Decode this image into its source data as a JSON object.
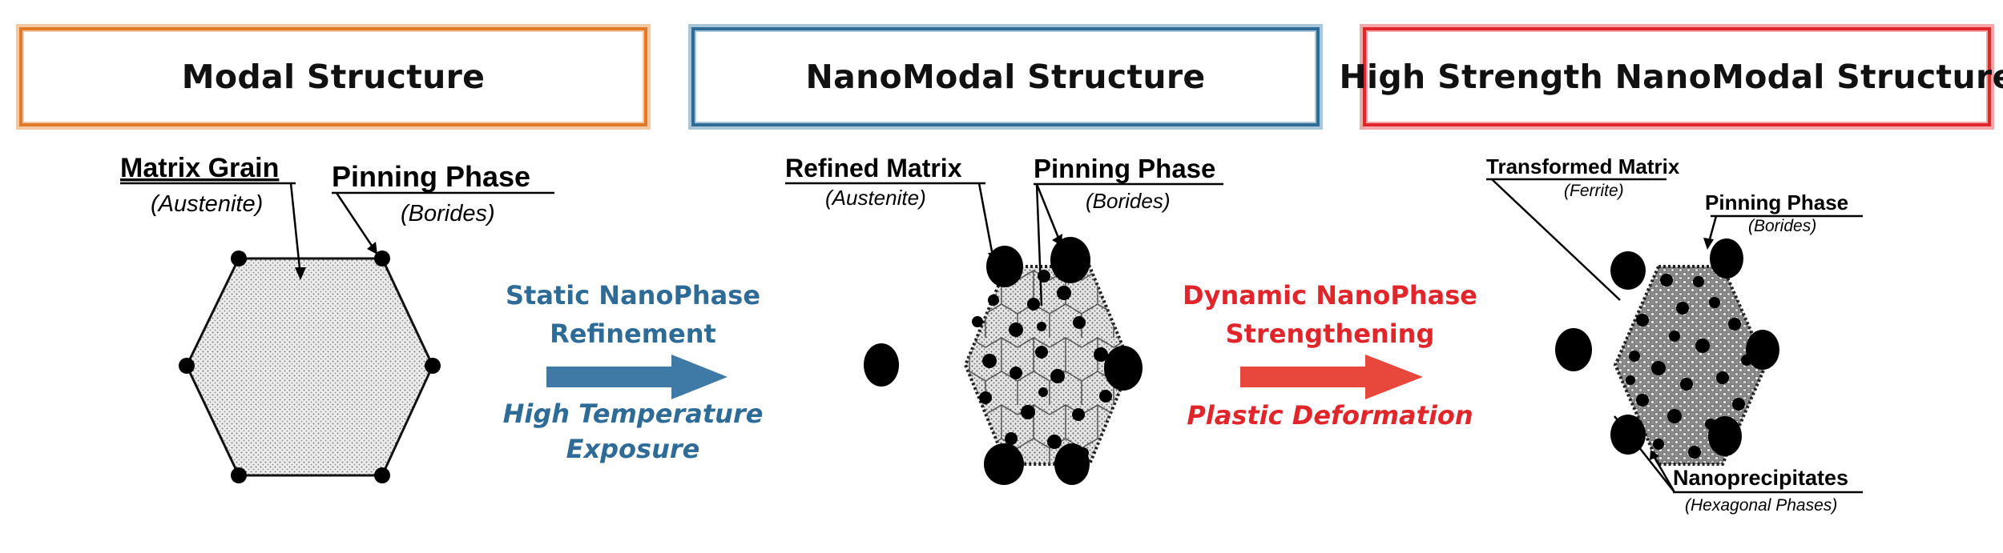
{
  "titles": {
    "modal": "Modal Structure",
    "nanomodal": "NanoModal Structure",
    "high_strength": "High Strength NanoModal Structure"
  },
  "panel1": {
    "matrix_label": "Matrix Grain",
    "matrix_sub": "(Austenite)",
    "pinning_label": "Pinning Phase",
    "pinning_sub": "(Borides)"
  },
  "panel2": {
    "matrix_label": "Refined Matrix",
    "matrix_sub": "(Austenite)",
    "pinning_label": "Pinning Phase",
    "pinning_sub": "(Borides)"
  },
  "panel3": {
    "matrix_label": "Transformed Matrix",
    "matrix_sub": "(Ferrite)",
    "pinning_label": "Pinning Phase",
    "pinning_sub": "(Borides)",
    "nano_label": "Nanoprecipitates",
    "nano_sub": "(Hexagonal Phases)"
  },
  "process1": {
    "line1": "Static NanoPhase",
    "line2": "Refinement",
    "cond1": "High Temperature",
    "cond2": "Exposure",
    "color": "#2f6b97",
    "arrow_color": "#3f7aa6"
  },
  "process2": {
    "line1": "Dynamic NanoPhase",
    "line2": "Strengthening",
    "cond1": "Plastic Deformation",
    "color": "#e0262a",
    "arrow_color": "#e8473b"
  }
}
